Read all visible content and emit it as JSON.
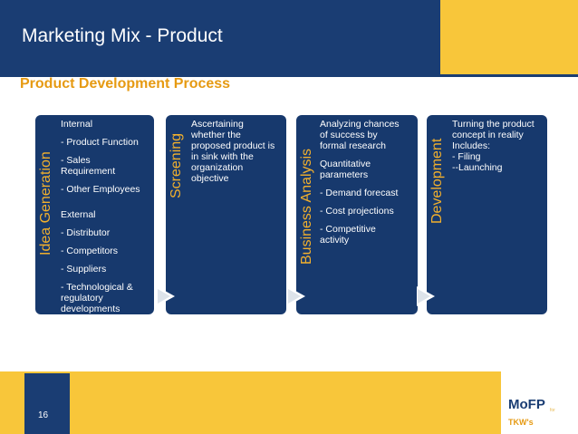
{
  "slide": {
    "title": "Marketing Mix - Product",
    "subtitle": "Product Development Process"
  },
  "steps": [
    {
      "label": "Idea Generation",
      "lines": [
        "Internal",
        "- Product Function",
        "- Sales",
        "Requirement",
        "- Other Employees",
        "External",
        "- Distributor",
        "- Competitors",
        "- Suppliers",
        "- Technological &",
        "regulatory",
        "developments"
      ]
    },
    {
      "label": "Screening",
      "lines": [
        "Ascertaining",
        "whether the",
        "proposed product is",
        "in sink with the",
        "organization",
        "objective"
      ]
    },
    {
      "label": "Business Analysis",
      "lines": [
        "Analyzing chances",
        "of success by",
        "formal research",
        "Quantitative",
        "parameters",
        "- Demand forecast",
        "- Cost projections",
        "- Competitive",
        "activity"
      ]
    },
    {
      "label": "Development",
      "lines": [
        "Turning the product",
        "concept in reality",
        "Includes:",
        "- Filing",
        "--Launching"
      ]
    }
  ],
  "footer": {
    "page_number": "16",
    "logo_main": "MoFP",
    "logo_small": "for",
    "logo_sub": "TKW's"
  },
  "colors": {
    "navy": "#1a3d73",
    "box_navy": "#17396d",
    "gold": "#f8c63a",
    "label_gold": "#f2b02d",
    "orange": "#e69a12"
  }
}
